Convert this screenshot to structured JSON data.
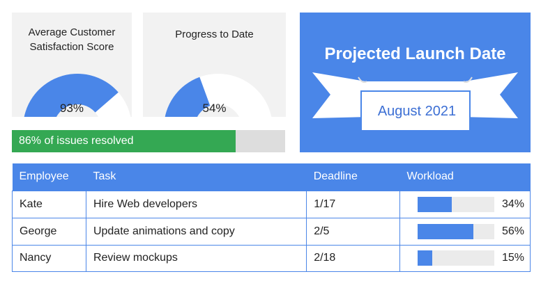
{
  "csat": {
    "title": "Average Customer Satisfaction Score",
    "value_label": "93%",
    "value": 0.93,
    "color": "#4a86e8"
  },
  "progress": {
    "title": "Progress to Date",
    "value_label": "54%",
    "value": 0.54,
    "color": "#4a86e8"
  },
  "issues": {
    "label": "86% of issues resolved",
    "value": 0.82,
    "color": "#34a853"
  },
  "launch": {
    "title": "Projected Launch Date",
    "date": "August 2021"
  },
  "table": {
    "headers": [
      "Employee",
      "Task",
      "Deadline",
      "Workload"
    ],
    "rows": [
      {
        "employee": "Kate",
        "task": "Hire Web developers",
        "deadline": "1/17",
        "workload_label": "34%",
        "workload": 0.34
      },
      {
        "employee": "George",
        "task": "Update animations and copy",
        "deadline": "2/5",
        "workload_label": "56%",
        "workload": 0.56
      },
      {
        "employee": "Nancy",
        "task": "Review mockups",
        "deadline": "2/18",
        "workload_label": "15%",
        "workload": 0.15
      }
    ]
  }
}
